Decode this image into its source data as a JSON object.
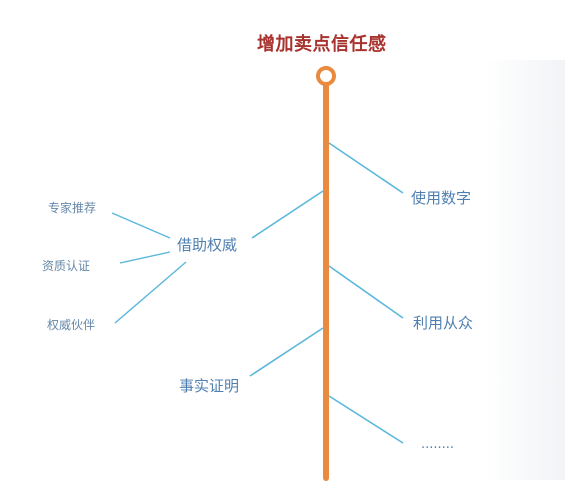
{
  "title": "增加卖点信任感",
  "branches": {
    "use_numbers": "使用数字",
    "authority": "借助权威",
    "herd": "利用从众",
    "facts": "事实证明",
    "more": "........"
  },
  "authority_sub": {
    "expert": "专家推荐",
    "qualification": "资质认证",
    "partner": "权威伙伴"
  },
  "colors": {
    "trunk": "#e98a3f",
    "branch": "#5bb7dc",
    "title": "#a8322d",
    "label": "#4f7fb0"
  }
}
